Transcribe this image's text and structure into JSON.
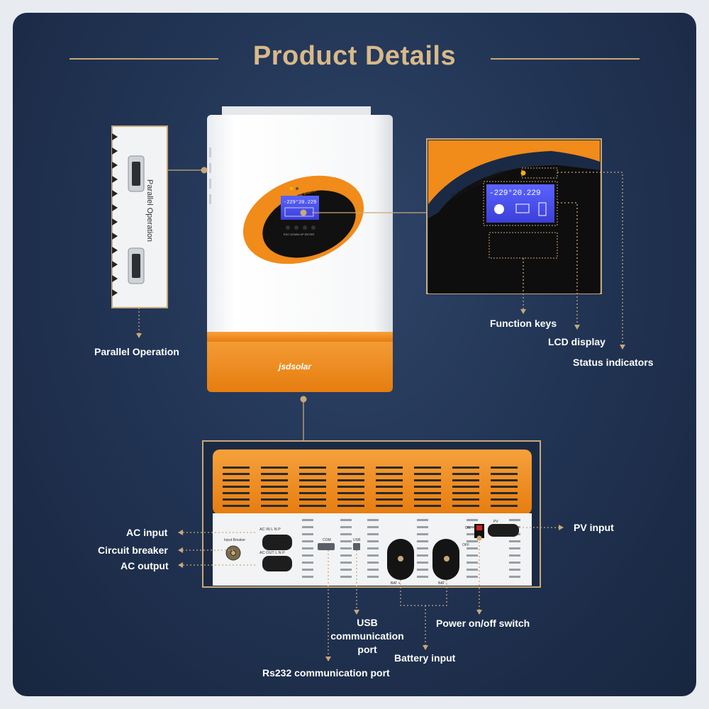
{
  "header": {
    "title": "Product Details"
  },
  "device": {
    "brand_logo": "jsdsolar",
    "screen_caption": "Hybrid Solar Inverter",
    "lcd_readouts": [
      "229",
      "20",
      "229"
    ],
    "buttons": [
      "ESC",
      "DOWN",
      "UP",
      "ENTER"
    ]
  },
  "parallel_panel": {
    "side_text": "Parallel Operation"
  },
  "bottom_panel": {
    "ac_in_text": "AC IN  L  N  P",
    "ac_out_text": "AC OUT  L  N  P",
    "breaker_text": "Input  Breaker",
    "com_text": "COM",
    "usb_text": "USB",
    "bat_plus_text": "BAT +",
    "bat_minus_text": "BAT -",
    "on_text": "ON",
    "off_text": "OFF",
    "pv_text": "PV"
  },
  "labels": {
    "parallel_operation": "Parallel Operation",
    "function_keys": "Function keys",
    "lcd_display": "LCD display",
    "status_indicators": "Status indicators",
    "ac_input": "AC input",
    "circuit_breaker": "Circuit breaker",
    "ac_output": "AC output",
    "pv_input": "PV input",
    "usb_port_line1": "USB",
    "usb_port_line2": "communication",
    "usb_port_line3": "port",
    "power_switch": "Power on/off switch",
    "battery_input": "Battery input",
    "rs232_port": "Rs232 communication port"
  },
  "colors": {
    "accent": "#f18b1a",
    "gold": "#c9a877",
    "background": "#223555"
  }
}
